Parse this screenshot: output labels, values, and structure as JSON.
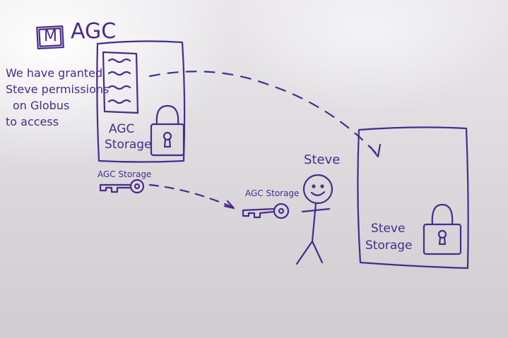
{
  "title": "AGC",
  "logo_letter": "M",
  "note_lines": [
    "We have granted",
    "Steve permissions",
    "on Globus",
    "to access"
  ],
  "agc_box_label": [
    "AGC",
    "Storage"
  ],
  "key_label_left": "AGC Storage",
  "key_label_right": "AGC Storage",
  "person_label": "Steve",
  "steve_box_label": [
    "Steve",
    "Storage"
  ],
  "colors": {
    "ink": "#4a2a8c",
    "board": "#dcdadd"
  },
  "icons": [
    "lock-icon",
    "key-icon",
    "stick-figure",
    "document-icon"
  ]
}
